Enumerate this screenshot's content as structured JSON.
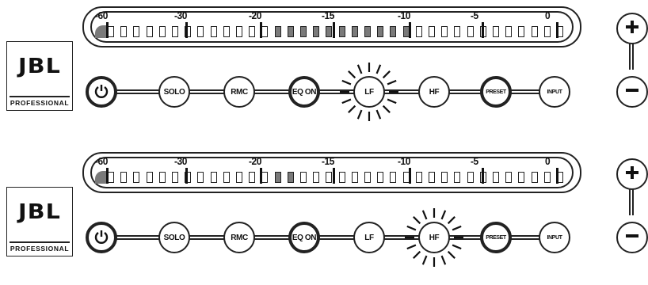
{
  "panels": [
    {
      "logo": {
        "mark": "JBL",
        "sub": "PROFESSIONAL"
      },
      "meter": {
        "labels": [
          "-60",
          "-30",
          "-20",
          "-15",
          "-10",
          "-5",
          "0"
        ],
        "lit_from": 13,
        "lit_to": 23,
        "partial_first": true
      },
      "buttons": [
        {
          "key": "power",
          "label": "",
          "icon": "power-icon",
          "thick": true
        },
        {
          "key": "solo",
          "label": "SOLO",
          "thick": false
        },
        {
          "key": "rmc",
          "label": "RMC",
          "thick": false
        },
        {
          "key": "eq",
          "label": "EQ ON",
          "thick": true
        },
        {
          "key": "lf",
          "label": "LF",
          "thick": false,
          "flashing": true
        },
        {
          "key": "hf",
          "label": "HF",
          "thick": false
        },
        {
          "key": "preset",
          "label": "PRESET",
          "thick": true
        },
        {
          "key": "input",
          "label": "INPUT",
          "thick": false
        }
      ],
      "volume": {
        "up_icon": "plus-icon",
        "down_icon": "minus-icon"
      }
    },
    {
      "logo": {
        "mark": "JBL",
        "sub": "PROFESSIONAL"
      },
      "meter": {
        "labels": [
          "-60",
          "-30",
          "-20",
          "-15",
          "-10",
          "-5",
          "0"
        ],
        "lit_from": 13,
        "lit_to": 14,
        "partial_first": true
      },
      "buttons": [
        {
          "key": "power",
          "label": "",
          "icon": "power-icon",
          "thick": true
        },
        {
          "key": "solo",
          "label": "SOLO",
          "thick": false
        },
        {
          "key": "rmc",
          "label": "RMC",
          "thick": false
        },
        {
          "key": "eq",
          "label": "EQ ON",
          "thick": true
        },
        {
          "key": "lf",
          "label": "LF",
          "thick": false
        },
        {
          "key": "hf",
          "label": "HF",
          "thick": false,
          "flashing": true
        },
        {
          "key": "preset",
          "label": "PRESET",
          "thick": true
        },
        {
          "key": "input",
          "label": "INPUT",
          "thick": false
        }
      ],
      "volume": {
        "up_icon": "plus-icon",
        "down_icon": "minus-icon"
      }
    }
  ],
  "colors": {
    "lit_segment": "#7a7a7a",
    "outline": "#222222"
  }
}
